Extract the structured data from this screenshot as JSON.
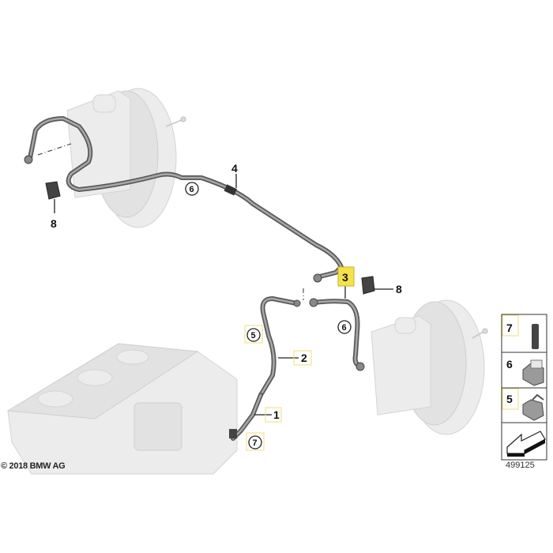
{
  "diagram": {
    "callouts": {
      "part1": "1",
      "part2": "2",
      "part3": "3",
      "part4": "4",
      "part8_left": "8",
      "part8_right": "8",
      "clip6_top": "6",
      "clip6_mid": "6",
      "clip5": "5",
      "clip7": "7"
    },
    "highlighted_part": "3",
    "highlight_color": "#f5e14a",
    "legend_panel": {
      "items": [
        {
          "label": "7",
          "icon": "rubber-sleeve-icon"
        },
        {
          "label": "6",
          "icon": "hose-clip-icon"
        },
        {
          "label": "5",
          "icon": "hose-clip-open-icon"
        }
      ],
      "arrow_icon": "orientation-arrow-icon"
    },
    "copyright": "© 2018 BMW AG",
    "diagram_number": "499125"
  }
}
